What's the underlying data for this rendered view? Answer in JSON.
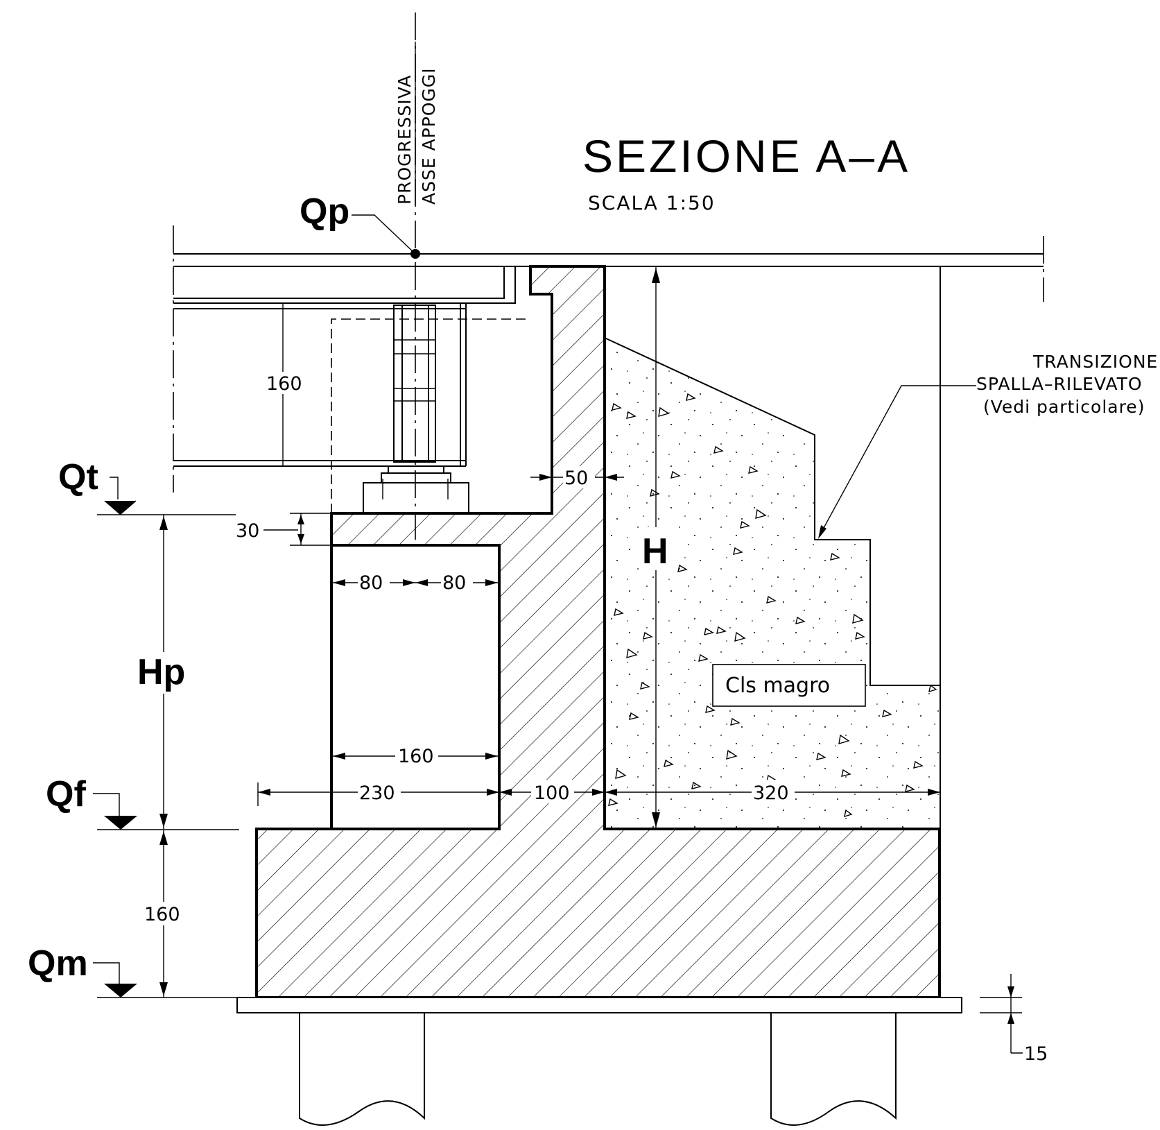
{
  "title": "SEZIONE A–A",
  "scale": "SCALA 1:50",
  "axis_labels": {
    "line1": "PROGRESSIVA",
    "line2": "ASSE APPOGGI"
  },
  "levels": {
    "qp": "Qp",
    "qt": "Qt",
    "qf": "Qf",
    "qm": "Qm",
    "hp": "Hp",
    "h": "H"
  },
  "dimensions": {
    "beam_height": "160",
    "backwall": "50",
    "plinth": "30",
    "half_left": "80",
    "half_right": "80",
    "pier_width": "160",
    "toe": "230",
    "wall": "100",
    "heel": "320",
    "footing": "160",
    "lean_concrete": "15"
  },
  "note": {
    "line1": "TRANSIZIONE",
    "line2": "SPALLA–RILEVATO",
    "line3": "(Vedi particolare)"
  },
  "fill_label": "Cls magro"
}
